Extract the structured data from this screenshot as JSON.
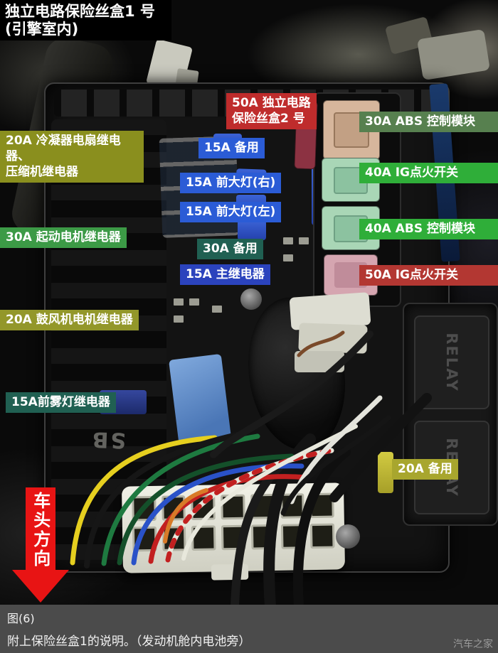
{
  "title_box": {
    "text": "独立电路保险丝盒1 号\n(引擎室内)"
  },
  "labels": {
    "condenser_relay": {
      "text": "20A 冷凝器电扇继电器、\n压缩机继电器",
      "color": "#8a8f1e"
    },
    "starter_relay": {
      "text": "30A 起动电机继电器",
      "color": "#3c9a46"
    },
    "blower_relay": {
      "text": "20A 鼓风机电机继电器",
      "color": "#93972a"
    },
    "fog_lamp_relay": {
      "text": "15A前雾灯继电器",
      "color": "#206052"
    },
    "fuse_box_2": {
      "text": "50A 独立电路\n保险丝盒2 号",
      "color": "#bf2c2c"
    },
    "spare_15a": {
      "text": "15A 备用",
      "color": "#2b5cd6"
    },
    "headlamp_right": {
      "text": "15A 前大灯(右)",
      "color": "#2b5cd6"
    },
    "headlamp_left": {
      "text": "15A 前大灯(左)",
      "color": "#2b5cd6"
    },
    "spare_30a": {
      "text": "30A 备用",
      "color": "#206052"
    },
    "main_relay": {
      "text": "15A 主继电器",
      "color": "#2b43bd"
    },
    "abs_module_30a": {
      "text": "30A ABS 控制模块",
      "color": "#57804f"
    },
    "ig_switch_40a": {
      "text": "40A IG点火开关",
      "color": "#2fae39"
    },
    "abs_module_40a": {
      "text": "40A ABS 控制模块",
      "color": "#2fae39"
    },
    "ig_switch_50a": {
      "text": "50A IG点火开关",
      "color": "#b33732"
    },
    "spare_20a": {
      "text": "20A 备用",
      "color": "#a8a62e"
    }
  },
  "direction_arrow": {
    "text": "车头方向",
    "color": "#e81414"
  },
  "photo_markings": {
    "sb": "SB",
    "relay": "RELAY"
  },
  "caption": {
    "figure": "图(6)",
    "text": "附上保险丝盒1的说明。（发动机舱内电池旁）",
    "watermark": "汽车之家"
  }
}
